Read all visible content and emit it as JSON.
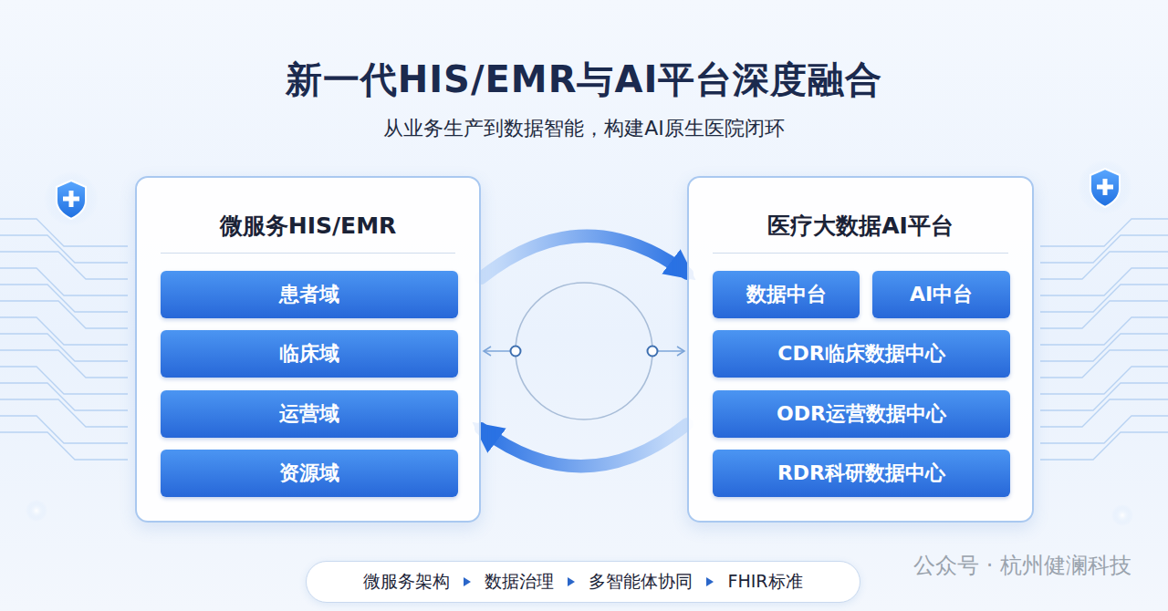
{
  "diagram": {
    "title": "新一代HIS/EMR与AI平台深度融合",
    "caption": "从业务生产到数据智能，构建AI原生医院闭环",
    "nodes": [
      {
        "text": [
          "微服务HIS/EMR"
        ]
      },
      {
        "text": [
          "患者域"
        ],
        "in": 0
      },
      {
        "text": [
          "临床域"
        ],
        "in": 0
      },
      {
        "text": [
          "运营域"
        ],
        "in": 0
      },
      {
        "text": [
          "资源域"
        ],
        "in": 0
      },
      {
        "text": [
          "医疗大数据AI平台"
        ]
      },
      {
        "text": [
          "数据中台"
        ],
        "in": 5
      },
      {
        "text": [
          "AI中台"
        ],
        "in": 5
      },
      {
        "text": [
          "CDR临床数据中心"
        ],
        "in": 5
      },
      {
        "text": [
          "ODR运营数据中心"
        ],
        "in": 5
      },
      {
        "text": [
          "RDR科研数据中心"
        ],
        "in": 5
      },
      {
        "text": [
          "微服务架构",
          "数据治理",
          "多智能体协同",
          "FHIR标准"
        ]
      }
    ],
    "edges": [
      {
        "from": 0,
        "to": 5,
        "arrow": "to"
      },
      {
        "from": 5,
        "to": 0,
        "arrow": "to"
      }
    ],
    "labels": [
      "公众号 · 杭州健澜科技"
    ]
  }
}
